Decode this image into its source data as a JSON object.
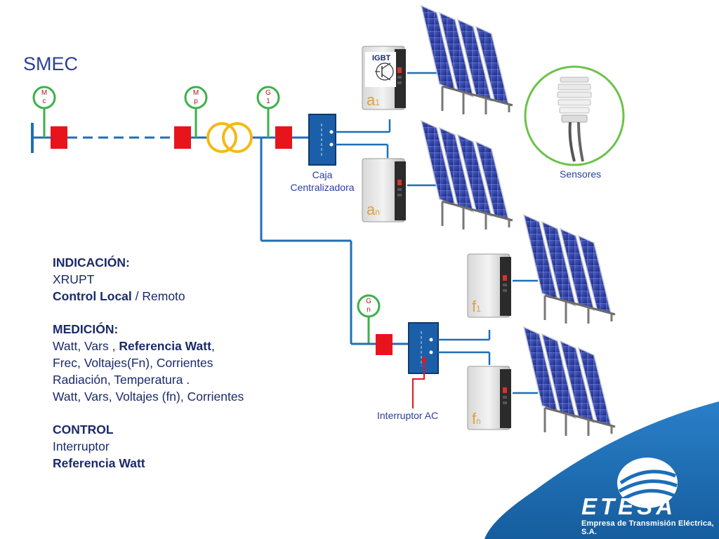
{
  "title": "SMEC",
  "meters": {
    "mc": [
      "M",
      "c"
    ],
    "mp": [
      "M",
      "p"
    ],
    "g1": [
      "G",
      "1"
    ],
    "gn": [
      "G",
      "n"
    ]
  },
  "labels": {
    "igbt": "IGBT",
    "caja_line1": "Caja",
    "caja_line2": "Centralizadora",
    "sensores": "Sensores",
    "interruptor_ac": "Interruptor AC",
    "inverter_a1": [
      "a",
      "1"
    ],
    "inverter_an": [
      "a",
      "n"
    ],
    "inverter_f1": [
      "f",
      "1"
    ],
    "inverter_fn": [
      "f",
      "n"
    ]
  },
  "info": {
    "indicacion_title": "INDICACIÓN:",
    "xrupt": "XRUPT",
    "control_local_bold": "Control Local",
    "control_remoto": " / Remoto",
    "medicion_title": "MEDICIÓN:",
    "medicion_line1a": "Watt,  Vars ,  ",
    "medicion_line1b": "Referencia Watt",
    "medicion_line1c": ",",
    "medicion_line2": "Frec,  Voltajes(Fn),  Corrientes",
    "medicion_line3": "Radiación, Temperatura .",
    "medicion_line4": "Watt,  Vars,  Voltajes (fn), Corrientes",
    "control_title": "CONTROL",
    "control_line1": "Interruptor",
    "control_line2": "Referencia Watt"
  },
  "company": {
    "logo_text": "ETESA",
    "name": "Empresa de Transmisión Eléctrica, S.A."
  },
  "colors": {
    "line_blue": "#1f6fb5",
    "breaker_red": "#e8141c",
    "meter_green": "#3cb04a",
    "transformer_yellow": "#f5b915",
    "box_blue": "#1b5fa8",
    "text_blue": "#2b3f9a",
    "corner_blue": "#1d6db8"
  }
}
